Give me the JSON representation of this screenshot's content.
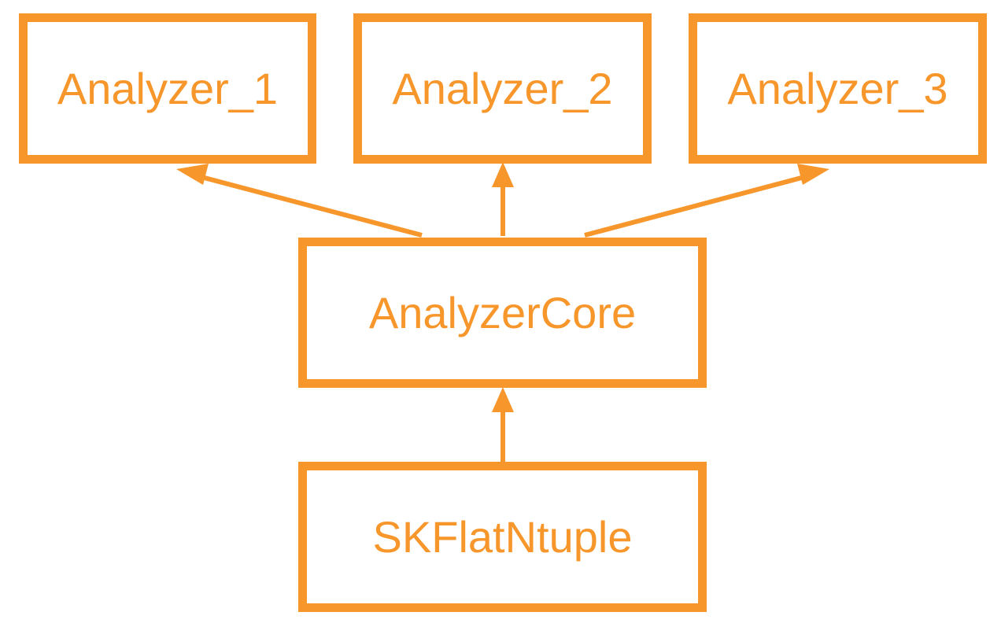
{
  "colors": {
    "accent": "#F7962B",
    "background": "#FFFFFF"
  },
  "nodes": {
    "analyzer_1": {
      "label": "Analyzer_1"
    },
    "analyzer_2": {
      "label": "Analyzer_2"
    },
    "analyzer_3": {
      "label": "Analyzer_3"
    },
    "core": {
      "label": "AnalyzerCore"
    },
    "ntuple": {
      "label": "SKFlatNtuple"
    }
  },
  "edges": [
    {
      "from": "SKFlatNtuple",
      "to": "AnalyzerCore"
    },
    {
      "from": "AnalyzerCore",
      "to": "Analyzer_1"
    },
    {
      "from": "AnalyzerCore",
      "to": "Analyzer_2"
    },
    {
      "from": "AnalyzerCore",
      "to": "Analyzer_3"
    }
  ]
}
